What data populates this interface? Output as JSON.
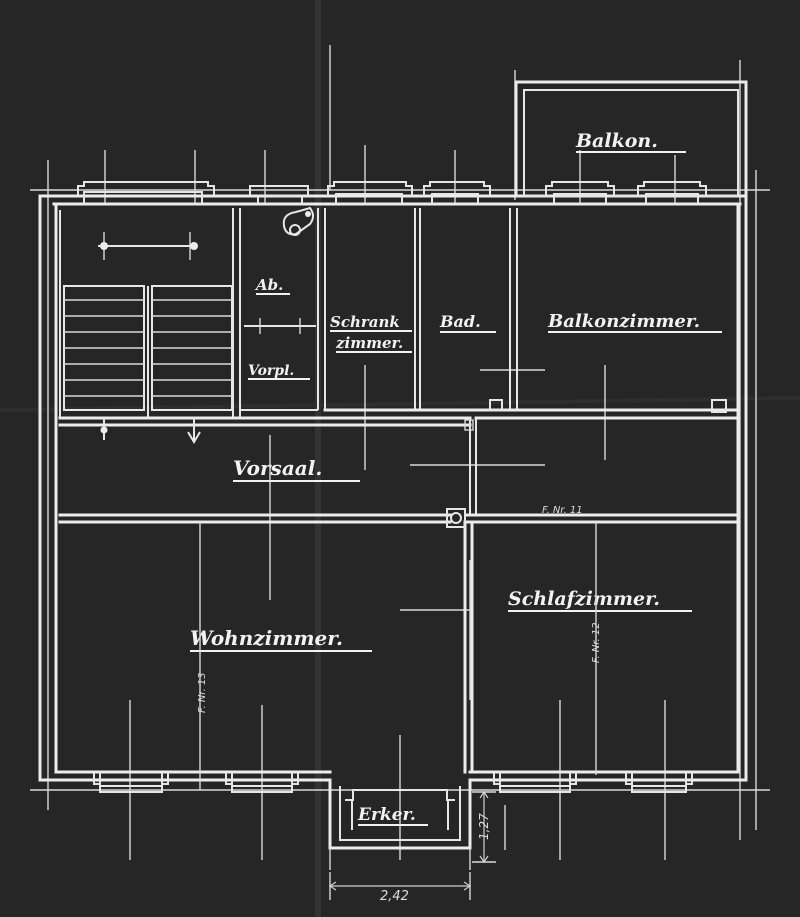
{
  "rooms": {
    "balkon": "Balkon.",
    "schrankzimmer_1": "Schrank",
    "schrankzimmer_2": "zimmer.",
    "bad": "Bad.",
    "balkonzimmer": "Balkonzimmer.",
    "ab": "Ab.",
    "vorpl": "Vorpl.",
    "vorsaal": "Vorsaal.",
    "wohnzimmer": "Wohnzimmer.",
    "schlafzimmer": "Schlafzimmer.",
    "erker": "Erker."
  },
  "annotations": {
    "dim_width": "2,42",
    "dim_depth": "1,27",
    "note_wall": "F. Nr. 11",
    "note_wohn": "F. Nr. 13",
    "note_schlaf": "F. Nr. 12"
  },
  "colors": {
    "background": "#262626",
    "lines": "#ececec"
  }
}
